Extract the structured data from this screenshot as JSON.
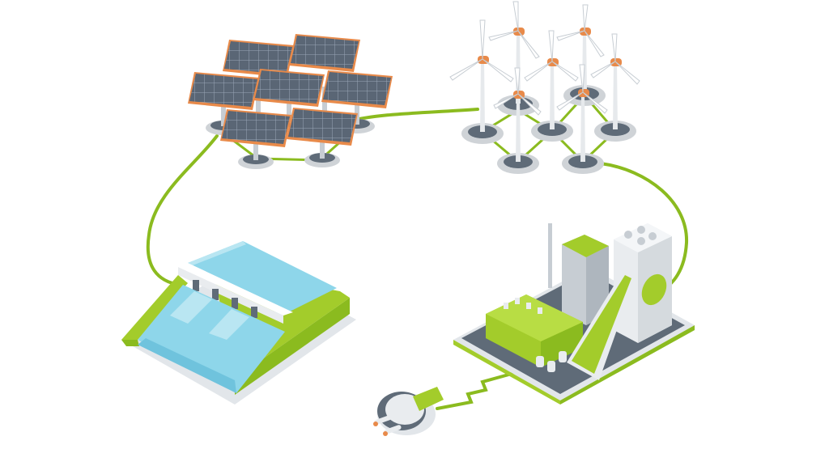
{
  "scene": {
    "subject": "renewable-energy-grid",
    "colors": {
      "cable": "#8bbb1f",
      "accent_green": "#a3cc2b",
      "panel": "#5a6675",
      "panel_frame": "#e88a4a",
      "water": "#8ed6ea",
      "concrete": "#e9ecef",
      "shadow": "#cfd3d7"
    },
    "icons": [
      "solar-farm",
      "wind-farm",
      "hydro-dam",
      "bio-power-plant",
      "power-plug"
    ]
  }
}
